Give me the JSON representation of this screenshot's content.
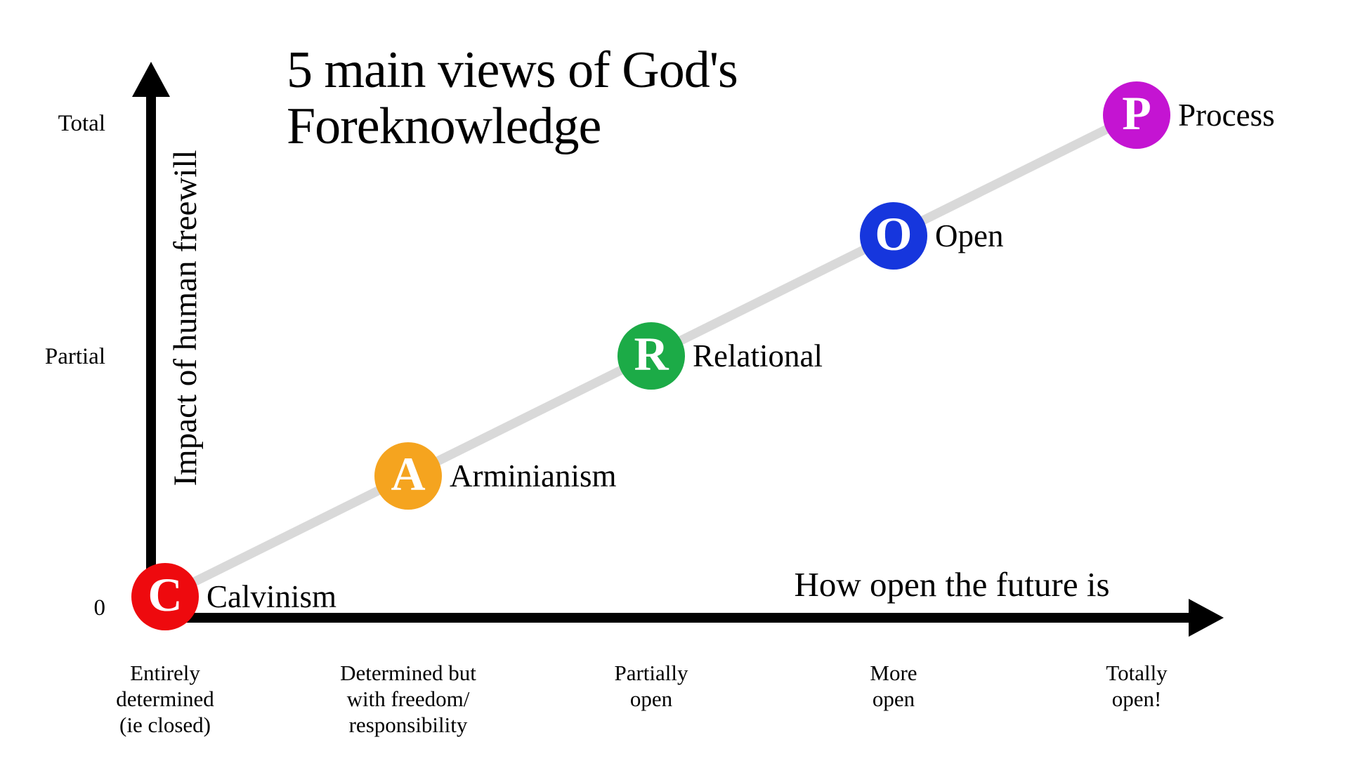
{
  "title": "5 main views of God's\nForeknowledge",
  "y_axis": {
    "label": "Impact of human freewill",
    "ticks": [
      "Total",
      "Partial",
      "0"
    ]
  },
  "x_axis": {
    "label": "How open the future is",
    "ticks": [
      "Entirely\ndetermined\n(ie closed)",
      "Determined but\nwith freedom/\nresponsibility",
      "Partially\nopen",
      "More\nopen",
      "Totally\nopen!"
    ]
  },
  "points": [
    {
      "letter": "C",
      "label": "Calvinism",
      "color": "#ee0a0e"
    },
    {
      "letter": "A",
      "label": "Arminianism",
      "color": "#f5a41f"
    },
    {
      "letter": "R",
      "label": "Relational",
      "color": "#1cab47"
    },
    {
      "letter": "O",
      "label": "Open",
      "color": "#1636dd"
    },
    {
      "letter": "P",
      "label": "Process",
      "color": "#c414d2"
    }
  ],
  "colors": {
    "trendline": "#d9d9d9",
    "axes": "#000000",
    "text": "#000000",
    "background": "#ffffff"
  },
  "chart_data": {
    "type": "scatter",
    "title": "5 main views of God's Foreknowledge",
    "xlabel": "How open the future is",
    "ylabel": "Impact of human freewill",
    "x_tick_labels": [
      "Entirely determined (ie closed)",
      "Determined but with freedom/responsibility",
      "Partially open",
      "More open",
      "Totally open!"
    ],
    "y_tick_labels": [
      "0",
      "Partial",
      "Total"
    ],
    "grid": false,
    "legend": "none",
    "points": [
      {
        "letter": "C",
        "label": "Calvinism",
        "x": 0,
        "y": 0,
        "color": "#ee0a0e"
      },
      {
        "letter": "A",
        "label": "Arminianism",
        "x": 1,
        "y": 1,
        "color": "#f5a41f"
      },
      {
        "letter": "R",
        "label": "Relational",
        "x": 2,
        "y": 2,
        "color": "#1cab47"
      },
      {
        "letter": "O",
        "label": "Open",
        "x": 3,
        "y": 3,
        "color": "#1636dd"
      },
      {
        "letter": "P",
        "label": "Process",
        "x": 4,
        "y": 4,
        "color": "#c414d2"
      }
    ],
    "trendline": {
      "shape": "linear",
      "from": [
        0,
        0
      ],
      "to": [
        4,
        4
      ],
      "color": "#d9d9d9"
    }
  }
}
